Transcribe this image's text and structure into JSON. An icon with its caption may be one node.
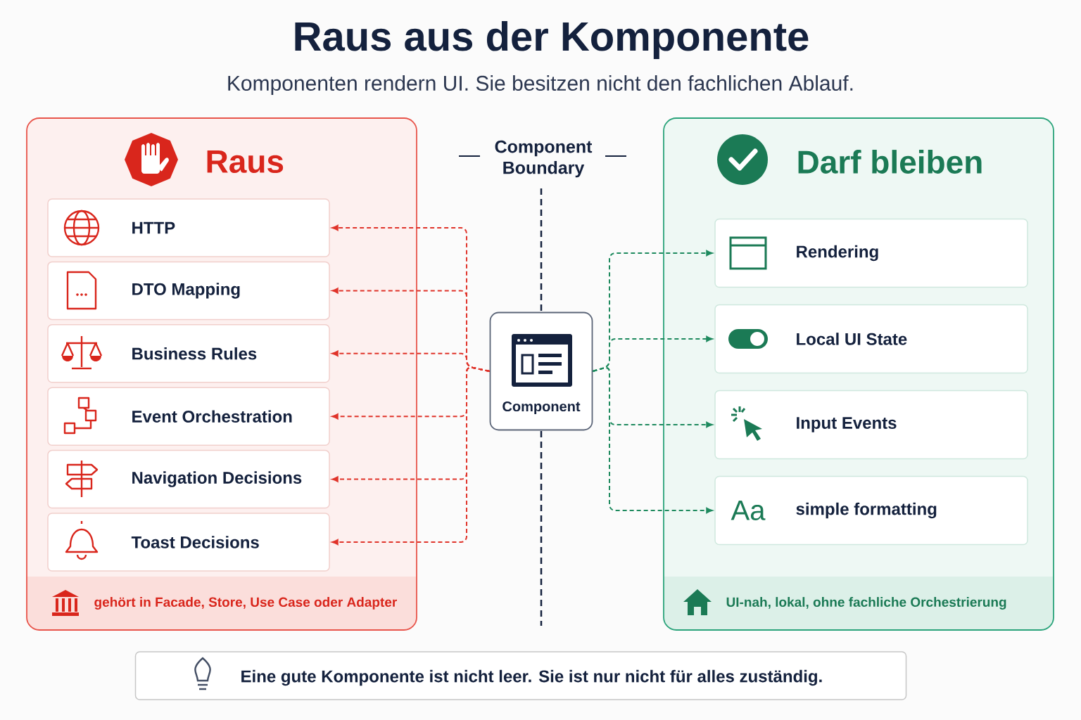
{
  "diagram": {
    "title": "Raus aus der Komponente",
    "caption": "Komponenten rendern UI. Sie besitzen nicht den fachlichen Ablauf.",
    "nodes": [
      {
        "text": [
          "Raus",
          "gehört in Facade, Store, Use Case oder Adapter"
        ]
      },
      {
        "text": [
          "HTTP"
        ],
        "in": 0
      },
      {
        "text": [
          "DTO Mapping"
        ],
        "in": 0
      },
      {
        "text": [
          "Business Rules"
        ],
        "in": 0
      },
      {
        "text": [
          "Event Orchestration"
        ],
        "in": 0
      },
      {
        "text": [
          "Navigation Decisions"
        ],
        "in": 0
      },
      {
        "text": [
          "Toast Decisions"
        ],
        "in": 0
      },
      {
        "text": [
          "Component"
        ]
      },
      {
        "text": [
          "Darf bleiben",
          "UI-nah, lokal, ohne fachliche Orchestrierung"
        ]
      },
      {
        "text": [
          "Rendering"
        ],
        "in": 8
      },
      {
        "text": [
          "Local UI State"
        ],
        "in": 8
      },
      {
        "text": [
          "Input Events"
        ],
        "in": 8
      },
      {
        "text": [
          "simple formatting"
        ],
        "in": 8
      },
      {
        "text": [
          "Eine gute Komponente ist nicht leer. Sie ist nur nicht für alles zuständig."
        ]
      }
    ],
    "edges": [
      {
        "from": 7,
        "to": 1,
        "arrow": "to",
        "style": "dashed"
      },
      {
        "from": 7,
        "to": 2,
        "arrow": "to",
        "style": "dashed"
      },
      {
        "from": 7,
        "to": 3,
        "arrow": "to",
        "style": "dashed"
      },
      {
        "from": 7,
        "to": 4,
        "arrow": "to",
        "style": "dashed"
      },
      {
        "from": 7,
        "to": 5,
        "arrow": "to",
        "style": "dashed"
      },
      {
        "from": 7,
        "to": 6,
        "arrow": "to",
        "style": "dashed"
      },
      {
        "from": 7,
        "to": 9,
        "arrow": "to",
        "style": "dashed",
        "color": "#1e8a5e"
      },
      {
        "from": 7,
        "to": 10,
        "arrow": "to",
        "style": "dashed",
        "color": "#1e8a5e"
      },
      {
        "from": 7,
        "to": 11,
        "arrow": "to",
        "style": "dashed",
        "color": "#1e8a5e"
      },
      {
        "from": 7,
        "to": 12,
        "arrow": "to",
        "style": "dashed",
        "color": "#1e8a5e"
      }
    ],
    "labels": [
      "Component Boundary",
      "Aa"
    ]
  }
}
